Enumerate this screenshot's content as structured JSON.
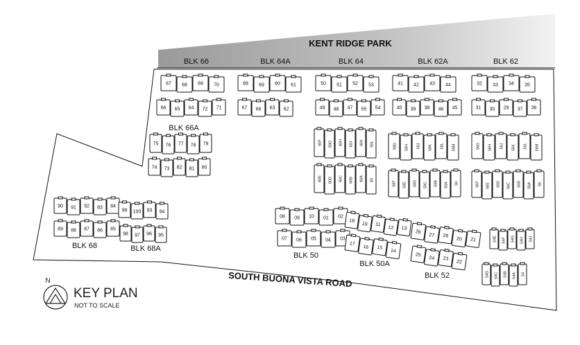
{
  "park_label": "KENT RIDGE PARK",
  "road_label": "SOUTH BUONA VISTA ROAD",
  "legend": {
    "title": "KEY PLAN",
    "subtitle": "NOT TO SCALE",
    "north": "N"
  },
  "block_labels": [
    "BLK 66",
    "BLK 64A",
    "BLK 64",
    "BLK 62A",
    "BLK 62",
    "BLK 66A",
    "BLK 68",
    "BLK 68A",
    "BLK 50",
    "BLK 50A",
    "BLK 52"
  ],
  "rows": [
    {
      "units": [
        "67",
        "68",
        "69",
        "70"
      ]
    },
    {
      "units": [
        "66",
        "65",
        "64",
        "72",
        "71"
      ]
    },
    {
      "units": [
        "68",
        "69",
        "60",
        "61"
      ]
    },
    {
      "units": [
        "67",
        "66",
        "63",
        "62"
      ]
    },
    {
      "units": [
        "50",
        "51",
        "52",
        "53"
      ]
    },
    {
      "units": [
        "49",
        "48",
        "47",
        "55",
        "54"
      ]
    },
    {
      "units": [
        "41",
        "42",
        "43",
        "44"
      ]
    },
    {
      "units": [
        "40",
        "39",
        "38",
        "46",
        "45"
      ]
    },
    {
      "units": [
        "32",
        "33",
        "34",
        "35"
      ]
    },
    {
      "units": [
        "31",
        "30",
        "29",
        "37",
        "36"
      ]
    },
    {
      "units": [
        "75",
        "76",
        "77",
        "78",
        "79"
      ]
    },
    {
      "units": [
        "74",
        "73",
        "82",
        "81",
        "80"
      ]
    },
    {
      "units": [
        "60F",
        "60G",
        "60H",
        "60J",
        "60K",
        "60L"
      ]
    },
    {
      "units": [
        "60E",
        "60D",
        "60C",
        "60B",
        "60A",
        "60"
      ]
    },
    {
      "units": [
        "58G",
        "58H",
        "58J",
        "58K",
        "58L",
        "58M"
      ]
    },
    {
      "units": [
        "58F",
        "58E",
        "58D",
        "58C",
        "58B",
        "58A",
        "58"
      ]
    },
    {
      "units": [
        "56G",
        "56H",
        "56J",
        "56K",
        "56L",
        "56M"
      ]
    },
    {
      "units": [
        "56F",
        "56E",
        "56D",
        "56C",
        "56B",
        "56A",
        "56"
      ]
    },
    {
      "units": [
        "90",
        "91",
        "92",
        "83",
        "84"
      ]
    },
    {
      "units": [
        "89",
        "88",
        "87",
        "86",
        "85"
      ]
    },
    {
      "units": [
        "99",
        "100",
        "93",
        "94"
      ]
    },
    {
      "units": [
        "98",
        "97",
        "96",
        "95"
      ]
    },
    {
      "units": [
        "08",
        "09",
        "10",
        "01",
        "02"
      ]
    },
    {
      "units": [
        "07",
        "06",
        "05",
        "04",
        "03"
      ]
    },
    {
      "units": [
        "18",
        "19",
        "11",
        "12",
        "13"
      ]
    },
    {
      "units": [
        "17",
        "16",
        "15",
        "14"
      ]
    },
    {
      "units": [
        "26",
        "27",
        "28",
        "20",
        "21"
      ]
    },
    {
      "units": [
        "25",
        "24",
        "23",
        "22"
      ]
    },
    {
      "units": [
        "54E",
        "54F",
        "54G",
        "54H",
        "54J"
      ]
    },
    {
      "units": [
        "54D",
        "54C",
        "54B",
        "54A",
        "54"
      ]
    }
  ]
}
